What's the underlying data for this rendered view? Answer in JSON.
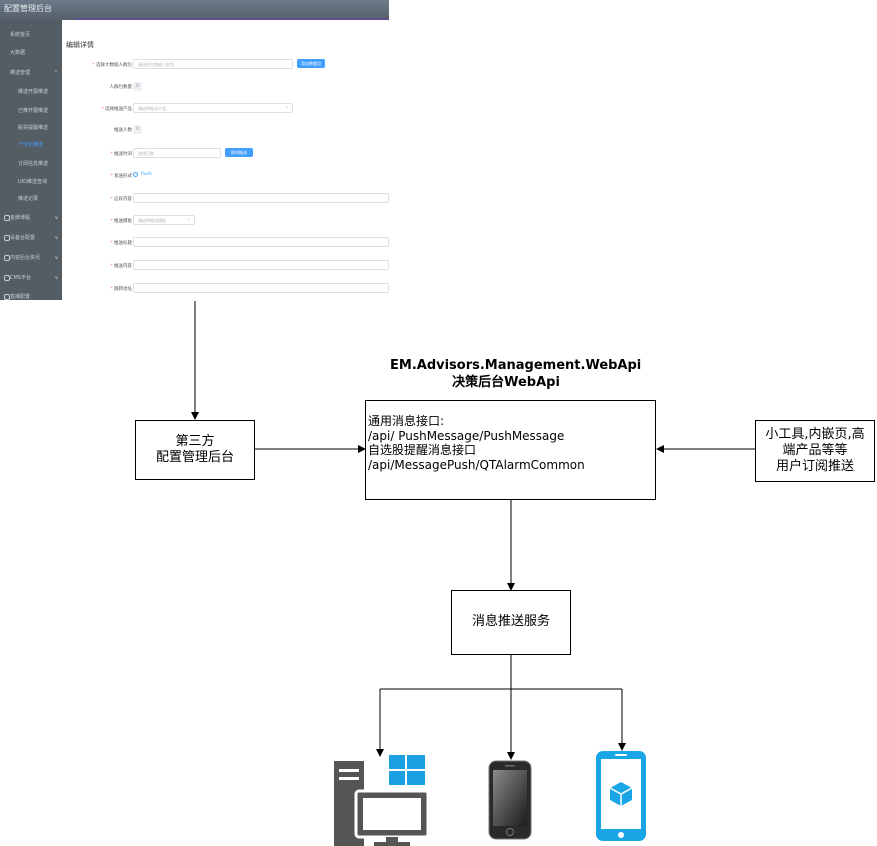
{
  "admin_screenshot": {
    "app_title": "配置管理后台",
    "page_title": "编辑详情",
    "sidebar_items": [
      {
        "label": "系统首页",
        "sub": false,
        "active": false,
        "icon": false,
        "chevron": ""
      },
      {
        "label": "大数据",
        "sub": false,
        "active": false,
        "icon": false,
        "chevron": ""
      },
      {
        "label": "推送管理",
        "sub": false,
        "active": false,
        "icon": false,
        "chevron": "^"
      },
      {
        "label": "推送开展推送",
        "sub": true,
        "active": false,
        "icon": false,
        "chevron": ""
      },
      {
        "label": "已推开展推送",
        "sub": true,
        "active": false,
        "icon": false,
        "chevron": ""
      },
      {
        "label": "股票提醒推送",
        "sub": true,
        "active": false,
        "icon": false,
        "chevron": ""
      },
      {
        "label": "个性化推送",
        "sub": true,
        "active": true,
        "icon": false,
        "chevron": ""
      },
      {
        "label": "订阅信息推送",
        "sub": true,
        "active": false,
        "icon": false,
        "chevron": ""
      },
      {
        "label": "UID推送查询",
        "sub": true,
        "active": false,
        "icon": false,
        "chevron": ""
      },
      {
        "label": "推送记录",
        "sub": true,
        "active": false,
        "icon": false,
        "chevron": ""
      },
      {
        "label": "金牌课程",
        "sub": false,
        "active": false,
        "icon": true,
        "chevron": "v"
      },
      {
        "label": "设备台配置",
        "sub": false,
        "active": false,
        "icon": true,
        "chevron": "v"
      },
      {
        "label": "内容后台资讯",
        "sub": false,
        "active": false,
        "icon": true,
        "chevron": "v"
      },
      {
        "label": "CMS平台",
        "sub": false,
        "active": false,
        "icon": true,
        "chevron": "v"
      },
      {
        "label": "直播配置",
        "sub": false,
        "active": false,
        "icon": true,
        "chevron": ""
      }
    ],
    "form_rows": [
      {
        "label": "选择大数据人群包",
        "required": true,
        "placeholder": "请选择大数据人群包",
        "button": "添加数据包"
      },
      {
        "label": "人群包数量",
        "required": false,
        "number": "0"
      },
      {
        "label": "选择推送产品",
        "required": true,
        "placeholder": "请选择推送产品"
      },
      {
        "label": "推送人数",
        "required": false,
        "number": "0"
      },
      {
        "label": "推送时间",
        "required": true,
        "placeholder": "选择日期",
        "button": "即时推送"
      },
      {
        "label": "发送形式",
        "required": true,
        "radio": "Push"
      },
      {
        "label": "这段内容",
        "required": true
      },
      {
        "label": "推送模板",
        "required": true,
        "placeholder": "请选择推送模板"
      },
      {
        "label": "推送标题",
        "required": true
      },
      {
        "label": "推送内容",
        "required": true
      },
      {
        "label": "跳转地址",
        "required": true
      }
    ]
  },
  "diagram": {
    "api_title_line1": "EM.Advisors.Management.WebApi",
    "api_title_line2": "决策后台WebApi",
    "api_box_lines": [
      "通用消息接口:",
      "/api/ PushMessage/PushMessage",
      "自选股提醒消息接口",
      "/api/MessagePush/QTAlarmCommon"
    ],
    "third_party_line1": "第三方",
    "third_party_line2": "配置管理后台",
    "tools_line1": "小工具,内嵌页,高",
    "tools_line2": "端产品等等",
    "tools_line3": "用户订阅推送",
    "push_service": "消息推送服务",
    "endpoints": [
      {
        "icon": "windows-pc-icon"
      },
      {
        "icon": "smartphone-icon"
      },
      {
        "icon": "mobile-app-icon"
      }
    ]
  }
}
